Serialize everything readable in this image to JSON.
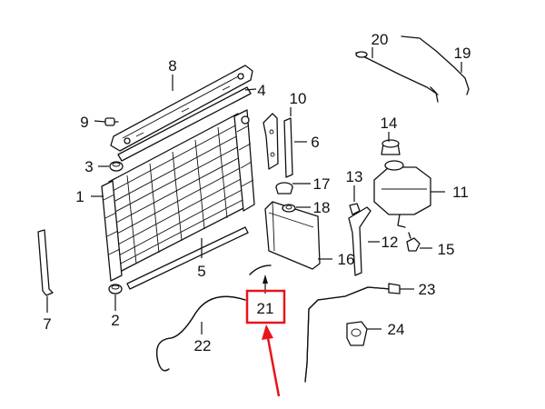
{
  "callouts": [
    {
      "id": "c1",
      "label": "1"
    },
    {
      "id": "c2",
      "label": "2"
    },
    {
      "id": "c3",
      "label": "3"
    },
    {
      "id": "c4",
      "label": "4"
    },
    {
      "id": "c5",
      "label": "5"
    },
    {
      "id": "c6",
      "label": "6"
    },
    {
      "id": "c7",
      "label": "7"
    },
    {
      "id": "c8",
      "label": "8"
    },
    {
      "id": "c9",
      "label": "9"
    },
    {
      "id": "c10",
      "label": "10"
    },
    {
      "id": "c11",
      "label": "11"
    },
    {
      "id": "c12",
      "label": "12"
    },
    {
      "id": "c13",
      "label": "13"
    },
    {
      "id": "c14",
      "label": "14"
    },
    {
      "id": "c15",
      "label": "15"
    },
    {
      "id": "c16",
      "label": "16"
    },
    {
      "id": "c17",
      "label": "17"
    },
    {
      "id": "c18",
      "label": "18"
    },
    {
      "id": "c19",
      "label": "19"
    },
    {
      "id": "c20",
      "label": "20"
    },
    {
      "id": "c21",
      "label": "21"
    },
    {
      "id": "c22",
      "label": "22"
    },
    {
      "id": "c23",
      "label": "23"
    },
    {
      "id": "c24",
      "label": "24"
    }
  ],
  "highlight": {
    "callout": "21",
    "box_color": "#e8141b",
    "arrow_color": "#e8141b"
  }
}
